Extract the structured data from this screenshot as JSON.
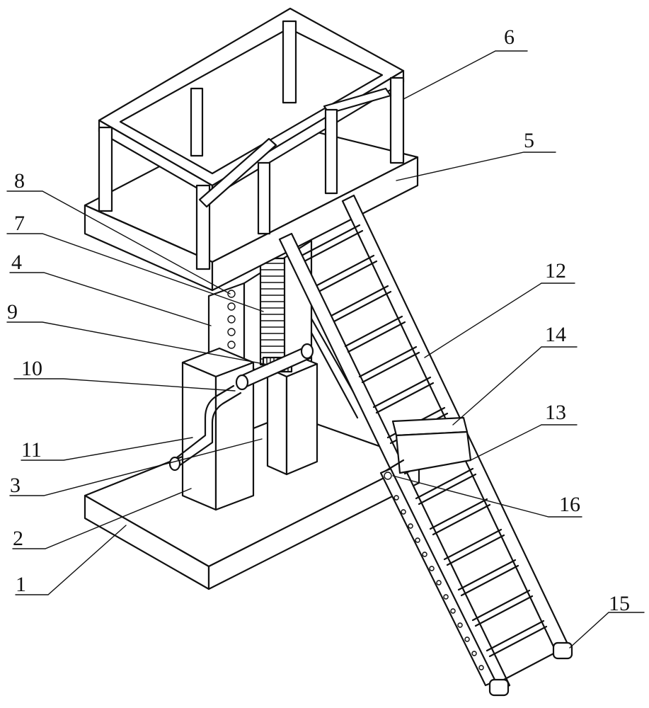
{
  "callouts": [
    {
      "id": "1",
      "text": "1"
    },
    {
      "id": "2",
      "text": "2"
    },
    {
      "id": "3",
      "text": "3"
    },
    {
      "id": "4",
      "text": "4"
    },
    {
      "id": "5",
      "text": "5"
    },
    {
      "id": "6",
      "text": "6"
    },
    {
      "id": "7",
      "text": "7"
    },
    {
      "id": "8",
      "text": "8"
    },
    {
      "id": "9",
      "text": "9"
    },
    {
      "id": "10",
      "text": "10"
    },
    {
      "id": "11",
      "text": "11"
    },
    {
      "id": "12",
      "text": "12"
    },
    {
      "id": "13",
      "text": "13"
    },
    {
      "id": "14",
      "text": "14"
    },
    {
      "id": "15",
      "text": "15"
    },
    {
      "id": "16",
      "text": "16"
    }
  ],
  "colors": {
    "ink": "#111111",
    "paper": "#ffffff"
  }
}
